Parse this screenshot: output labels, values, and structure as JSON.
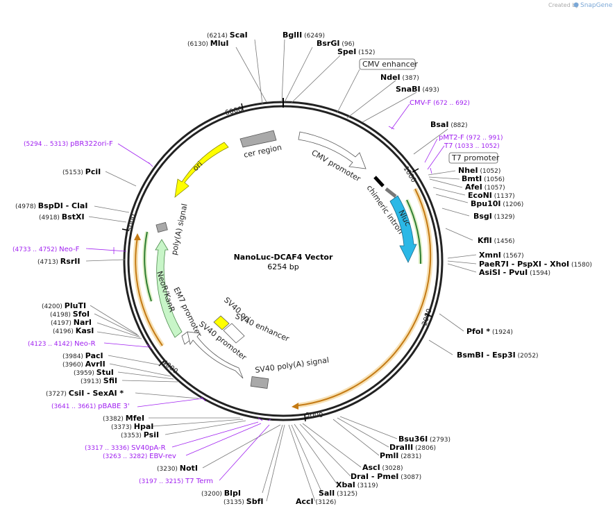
{
  "header": {
    "created_by": "Created by",
    "brand": "SnapGene"
  },
  "map": {
    "title": "NanoLuc-DCAF4 Vector",
    "length_label": "6254 bp",
    "total_bp": 6254,
    "ticks": [
      {
        "bp": 1000,
        "label": "1000"
      },
      {
        "bp": 2000,
        "label": "2000"
      },
      {
        "bp": 3000,
        "label": "3000"
      },
      {
        "bp": 4000,
        "label": "4000"
      },
      {
        "bp": 5000,
        "label": "5000"
      },
      {
        "bp": 6000,
        "label": "6000"
      }
    ],
    "colors": {
      "backbone": "#222222",
      "ori": "#ffff00",
      "nluc": "#2bb8e6",
      "neor": "#c8f5c8",
      "orf_outline": "#e7a84a",
      "orf_inner": "#2e7d32",
      "promoter": "#ffffff",
      "gray_box": "#a9a9a9",
      "primer": "#a020f0"
    }
  },
  "features": [
    {
      "id": "cer",
      "label": "cer region"
    },
    {
      "id": "cmv-promoter",
      "label": "CMV promoter"
    },
    {
      "id": "chimeric-intron",
      "label": "chimeric intron"
    },
    {
      "id": "nluc",
      "label": "Nluc"
    },
    {
      "id": "ori",
      "label": "ori"
    },
    {
      "id": "polya",
      "label": "poly(A) signal"
    },
    {
      "id": "neor",
      "label": "NeoR/KanR"
    },
    {
      "id": "em7",
      "label": "EM7 promoter"
    },
    {
      "id": "sv40-ori",
      "label": "SV40 ori"
    },
    {
      "id": "sv40-enh",
      "label": "SV40 enhancer"
    },
    {
      "id": "sv40-prom",
      "label": "SV40 promoter"
    },
    {
      "id": "sv40-polya",
      "label": "SV40 poly(A) signal"
    }
  ],
  "boxed_labels": [
    {
      "id": "cmv-enhancer",
      "label": "CMV enhancer"
    },
    {
      "id": "t7-promoter",
      "label": "T7 promoter"
    }
  ],
  "sites": [
    {
      "name": "ScaI",
      "pos": "(6214)"
    },
    {
      "name": "MluI",
      "pos": "(6130)"
    },
    {
      "name": "BglII",
      "pos": "(6249)"
    },
    {
      "name": "BsrGI",
      "pos": "(96)"
    },
    {
      "name": "SpeI",
      "pos": "(152)"
    },
    {
      "name": "NdeI",
      "pos": "(387)"
    },
    {
      "name": "SnaBI",
      "pos": "(493)"
    },
    {
      "name": "BsaI",
      "pos": "(882)"
    },
    {
      "name": "NheI",
      "pos": "(1052)"
    },
    {
      "name": "BmtI",
      "pos": "(1056)"
    },
    {
      "name": "AfeI",
      "pos": "(1057)"
    },
    {
      "name": "EcoNI",
      "pos": "(1137)"
    },
    {
      "name": "Bpu10I",
      "pos": "(1206)"
    },
    {
      "name": "BsgI",
      "pos": "(1329)"
    },
    {
      "name": "KflI",
      "pos": "(1456)"
    },
    {
      "name": "XmnI",
      "pos": "(1567)"
    },
    {
      "name": "PaeR7I - PspXI - XhoI",
      "pos": "(1580)"
    },
    {
      "name": "AsiSI - PvuI",
      "pos": "(1594)"
    },
    {
      "name": "PfoI *",
      "pos": "(1924)"
    },
    {
      "name": "BsmBI - Esp3I",
      "pos": "(2052)"
    },
    {
      "name": "Bsu36I",
      "pos": "(2793)"
    },
    {
      "name": "DraIII",
      "pos": "(2806)"
    },
    {
      "name": "PmlI",
      "pos": "(2831)"
    },
    {
      "name": "AscI",
      "pos": "(3028)"
    },
    {
      "name": "DraI - PmeI",
      "pos": "(3087)"
    },
    {
      "name": "XbaI",
      "pos": "(3119)"
    },
    {
      "name": "SalI",
      "pos": "(3125)"
    },
    {
      "name": "AccI",
      "pos": "(3126)"
    },
    {
      "name": "SbfI",
      "pos": "(3135)"
    },
    {
      "name": "BlpI",
      "pos": "(3200)"
    },
    {
      "name": "NotI",
      "pos": "(3230)"
    },
    {
      "name": "PsiI",
      "pos": "(3353)"
    },
    {
      "name": "HpaI",
      "pos": "(3373)"
    },
    {
      "name": "MfeI",
      "pos": "(3382)"
    },
    {
      "name": "CsiI - SexAI *",
      "pos": "(3727)"
    },
    {
      "name": "SfiI",
      "pos": "(3913)"
    },
    {
      "name": "StuI",
      "pos": "(3959)"
    },
    {
      "name": "AvrII",
      "pos": "(3960)"
    },
    {
      "name": "PacI",
      "pos": "(3984)"
    },
    {
      "name": "KasI",
      "pos": "(4196)"
    },
    {
      "name": "NarI",
      "pos": "(4197)"
    },
    {
      "name": "SfoI",
      "pos": "(4198)"
    },
    {
      "name": "PluTI",
      "pos": "(4200)"
    },
    {
      "name": "RsrII",
      "pos": "(4713)"
    },
    {
      "name": "BstXI",
      "pos": "(4918)"
    },
    {
      "name": "BspDI - ClaI",
      "pos": "(4978)"
    },
    {
      "name": "PciI",
      "pos": "(5153)"
    }
  ],
  "primers": [
    {
      "name": "CMV-F",
      "pos": "(672 .. 692)"
    },
    {
      "name": "pMT2-F",
      "pos": "(972 .. 991)"
    },
    {
      "name": "T7",
      "pos": "(1033 .. 1052)"
    },
    {
      "name": "pBR322ori-F",
      "pos": "(5294 .. 5313)"
    },
    {
      "name": "Neo-F",
      "pos": "(4733 .. 4752)"
    },
    {
      "name": "Neo-R",
      "pos": "(4123 .. 4142)"
    },
    {
      "name": "pBABE 3'",
      "pos": "(3641 .. 3661)"
    },
    {
      "name": "SV40pA-R",
      "pos": "(3317 .. 3336)"
    },
    {
      "name": "EBV-rev",
      "pos": "(3263 .. 3282)"
    },
    {
      "name": "T7 Term",
      "pos": "(3197 .. 3215)"
    }
  ]
}
